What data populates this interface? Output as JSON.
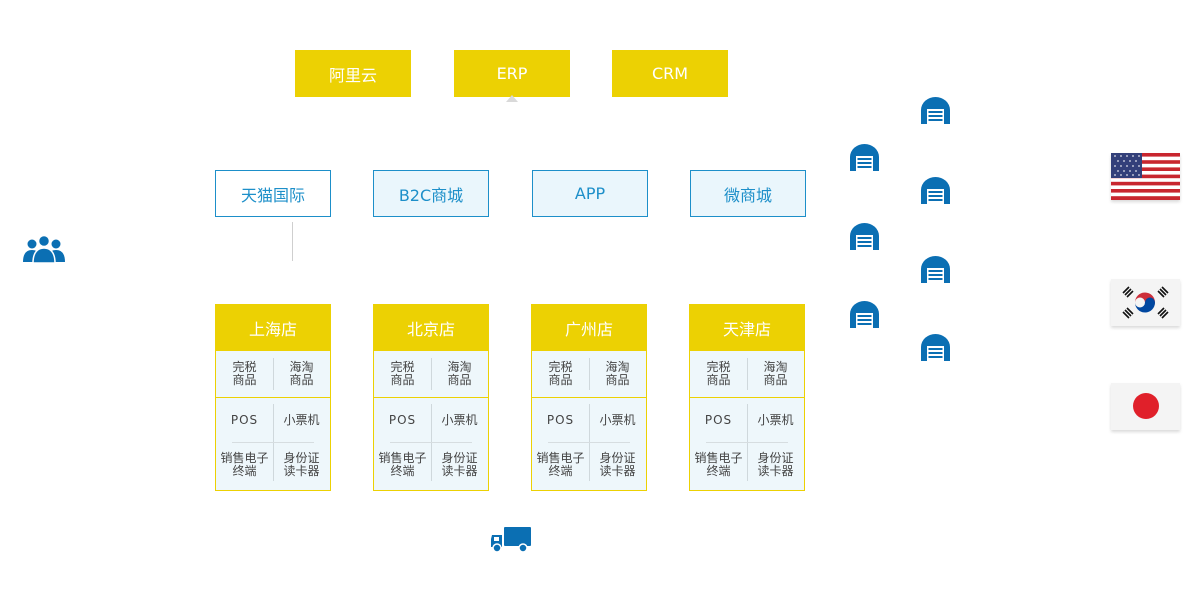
{
  "systems": [
    {
      "label": "阿里云"
    },
    {
      "label": "ERP"
    },
    {
      "label": "CRM"
    }
  ],
  "channels": [
    {
      "label": "天猫国际"
    },
    {
      "label": "B2C商城"
    },
    {
      "label": "APP"
    },
    {
      "label": "微商城"
    }
  ],
  "stores": [
    {
      "name": "上海店",
      "goods_left": [
        "完税",
        "商品"
      ],
      "goods_right": [
        "海淘",
        "商品"
      ],
      "pos": "POS",
      "printer": "小票机",
      "terminal": [
        "销售电子",
        "终端"
      ],
      "reader": [
        "身份证",
        "读卡器"
      ]
    },
    {
      "name": "北京店",
      "goods_left": [
        "完税",
        "商品"
      ],
      "goods_right": [
        "海淘",
        "商品"
      ],
      "pos": "POS",
      "printer": "小票机",
      "terminal": [
        "销售电子",
        "终端"
      ],
      "reader": [
        "身份证",
        "读卡器"
      ]
    },
    {
      "name": "广州店",
      "goods_left": [
        "完税",
        "商品"
      ],
      "goods_right": [
        "海淘",
        "商品"
      ],
      "pos": "POS",
      "printer": "小票机",
      "terminal": [
        "销售电子",
        "终端"
      ],
      "reader": [
        "身份证",
        "读卡器"
      ]
    },
    {
      "name": "天津店",
      "goods_left": [
        "完税",
        "商品"
      ],
      "goods_right": [
        "海淘",
        "商品"
      ],
      "pos": "POS",
      "printer": "小票机",
      "terminal": [
        "销售电子",
        "终端"
      ],
      "reader": [
        "身份证",
        "读卡器"
      ]
    }
  ],
  "icons": {
    "users": "users-icon",
    "truck": "truck-icon",
    "warehouse": "warehouse-icon",
    "flags": [
      "usa-flag-icon",
      "korea-flag-icon",
      "japan-flag-icon"
    ]
  },
  "colors": {
    "yellow": "#ecd103",
    "blue": "#1d8fc9",
    "icon_blue": "#0b6fb3",
    "light_blue_bg": "#eaf6fc"
  }
}
